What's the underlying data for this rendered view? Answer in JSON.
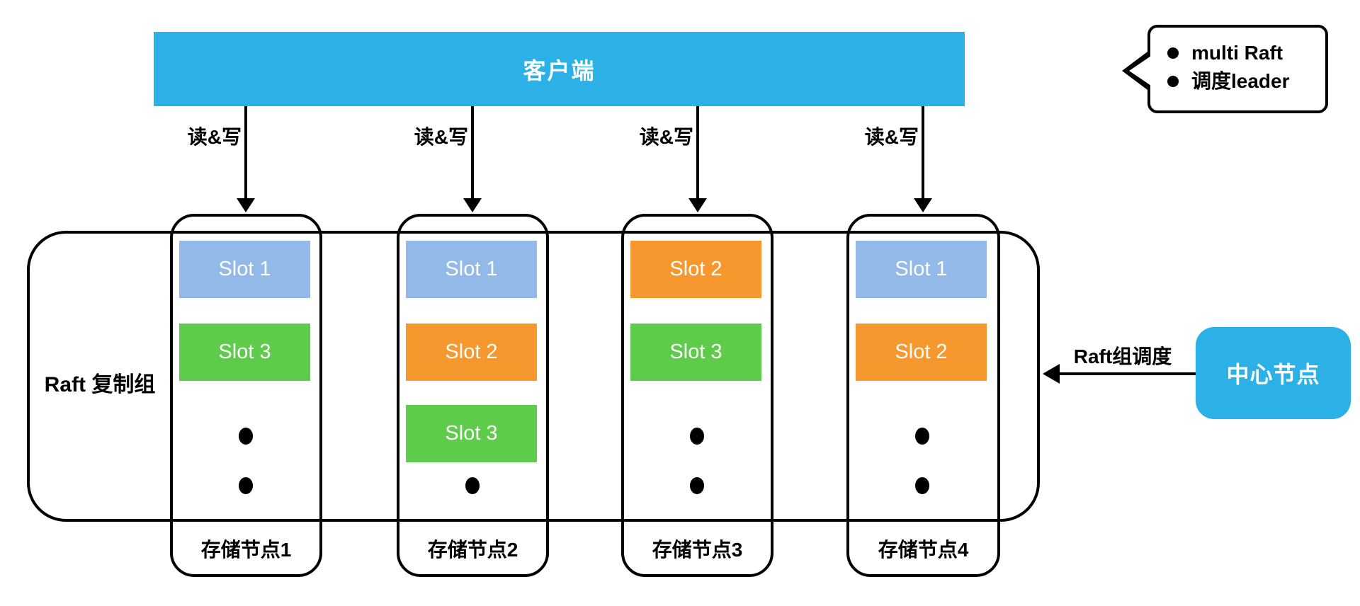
{
  "colors": {
    "cyan": "#2BB1E5",
    "slot_blue": "#93B9E9",
    "slot_orange": "#F7982E",
    "slot_green": "#5ECB4A",
    "line": "#000000"
  },
  "client": {
    "label": "客户端"
  },
  "read_write_label": "读&写",
  "raft_group": {
    "label": "Raft 复制组"
  },
  "nodes": [
    {
      "label": "存储节点1",
      "slots": [
        {
          "label": "Slot 1",
          "color": "blue"
        },
        {
          "label": "Slot 3",
          "color": "green"
        }
      ],
      "dots": 2
    },
    {
      "label": "存储节点2",
      "slots": [
        {
          "label": "Slot 1",
          "color": "blue"
        },
        {
          "label": "Slot 2",
          "color": "orange"
        },
        {
          "label": "Slot 3",
          "color": "green"
        }
      ],
      "dots": 1
    },
    {
      "label": "存储节点3",
      "slots": [
        {
          "label": "Slot 2",
          "color": "orange"
        },
        {
          "label": "Slot 3",
          "color": "green"
        }
      ],
      "dots": 2
    },
    {
      "label": "存储节点4",
      "slots": [
        {
          "label": "Slot 1",
          "color": "blue"
        },
        {
          "label": "Slot 2",
          "color": "orange"
        }
      ],
      "dots": 2
    }
  ],
  "callout": {
    "items": [
      {
        "text": "multi Raft"
      },
      {
        "text": "调度leader"
      }
    ]
  },
  "center_node": {
    "label": "中心节点"
  },
  "schedule_arrow": {
    "label": "Raft组调度"
  }
}
